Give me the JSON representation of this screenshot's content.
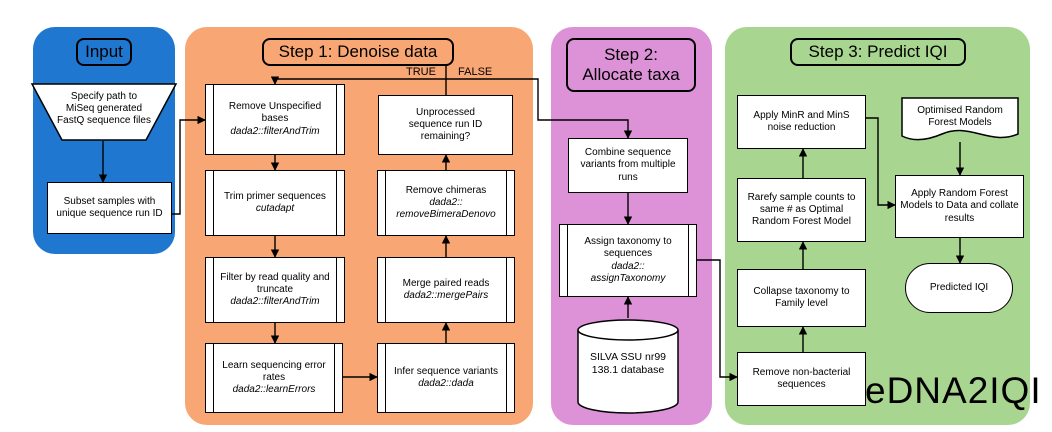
{
  "panels": {
    "input": {
      "title": "Input",
      "color": "#1f77d0"
    },
    "step1": {
      "title": "Step 1: Denoise data",
      "color": "#f8a674"
    },
    "step2": {
      "title": "Step 2:\nAllocate taxa",
      "color": "#dd92d8"
    },
    "step3": {
      "title": "Step 3: Predict IQI",
      "color": "#a8d590"
    }
  },
  "input": {
    "specify": "Specify path to MiSeq generated FastQ sequence files",
    "subset": "Subset samples with unique sequence run ID"
  },
  "step1": {
    "remove_unspecified": {
      "text": "Remove Unspecified bases",
      "func": "dada2::filterAndTrim"
    },
    "trim_primer": {
      "text": "Trim primer sequences",
      "func": "cutadapt"
    },
    "filter_quality": {
      "text": "Filter by read quality and truncate",
      "func": "dada2::filterAndTrim"
    },
    "learn_errors": {
      "text": "Learn sequencing error rates",
      "func": "dada2::learnErrors"
    },
    "infer_variants": {
      "text": "Infer sequence variants",
      "func": "dada2::dada"
    },
    "merge_pairs": {
      "text": "Merge paired reads",
      "func": "dada2::mergePairs"
    },
    "remove_chimeras": {
      "text": "Remove chimeras",
      "func": "dada2::\nremoveBimeraDenovo"
    },
    "decision": "Unprocessed sequence run ID remaining?",
    "true_label": "TRUE",
    "false_label": "FALSE"
  },
  "step2": {
    "combine": "Combine sequence variants from multiple runs",
    "assign": {
      "text": "Assign taxonomy to sequences",
      "func": "dada2::\nassignTaxonomy"
    },
    "database": "SILVA SSU nr99\n138.1 database"
  },
  "step3": {
    "remove_nonbacterial": "Remove non-bacterial sequences",
    "collapse": "Collapse taxonomy to Family level",
    "rarefy": "Rarefy sample counts to same # as Optimal Random Forest Model",
    "noise": "Apply MinR and MinS noise reduction",
    "models": "Optimised Random Forest Models",
    "apply_rf": "Apply Random Forest Models to Data and collate results",
    "predicted": "Predicted IQI"
  },
  "logo": "eDNA2IQI"
}
